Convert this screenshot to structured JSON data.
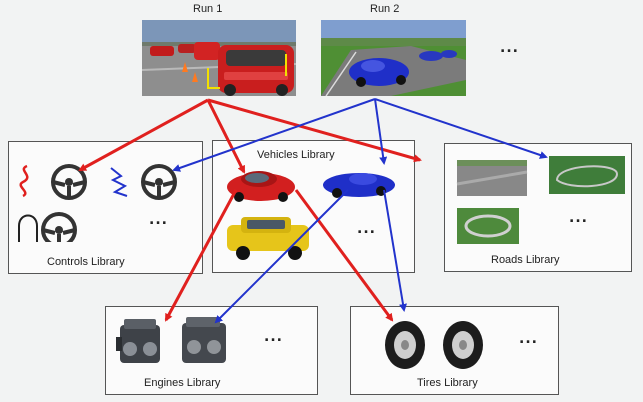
{
  "runs": {
    "run1": "Run 1",
    "run2": "Run 2",
    "more": "..."
  },
  "libraries": {
    "controls": {
      "title": "Controls Library",
      "more": "..."
    },
    "vehicles": {
      "title": "Vehicles Library",
      "more": "..."
    },
    "roads": {
      "title": "Roads Library",
      "more": "..."
    },
    "engines": {
      "title": "Engines Library",
      "more": "..."
    },
    "tires": {
      "title": "Tires Library",
      "more": "..."
    }
  },
  "colors": {
    "run1_arrow": "#e0201e",
    "run2_arrow": "#2233cc",
    "box_border": "#555555"
  }
}
